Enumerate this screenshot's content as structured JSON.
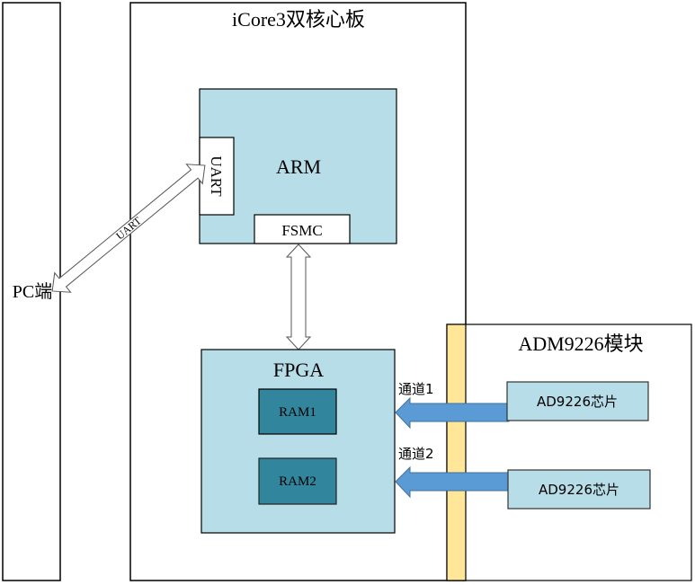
{
  "pc": {
    "label": "PC端"
  },
  "core_board": {
    "title": "iCore3双核心板"
  },
  "arm": {
    "label": "ARM",
    "uart_port": "UART",
    "fsmc_port": "FSMC"
  },
  "uart_link": {
    "label": "UART"
  },
  "fpga": {
    "label": "FPGA",
    "ram1": "RAM1",
    "ram2": "RAM2"
  },
  "adc_module": {
    "title": "ADM9226模块",
    "chip1": "AD9226芯片",
    "chip2": "AD9226芯片",
    "channel1": "通道1",
    "channel2": "通道2"
  },
  "colors": {
    "block_fill": "#b7dde8",
    "ram_fill": "#31859c",
    "connector_fill": "#ffe699",
    "arrow_fill": "#5b9bd5",
    "arrow_stroke": "#41719c",
    "border": "#000000"
  }
}
